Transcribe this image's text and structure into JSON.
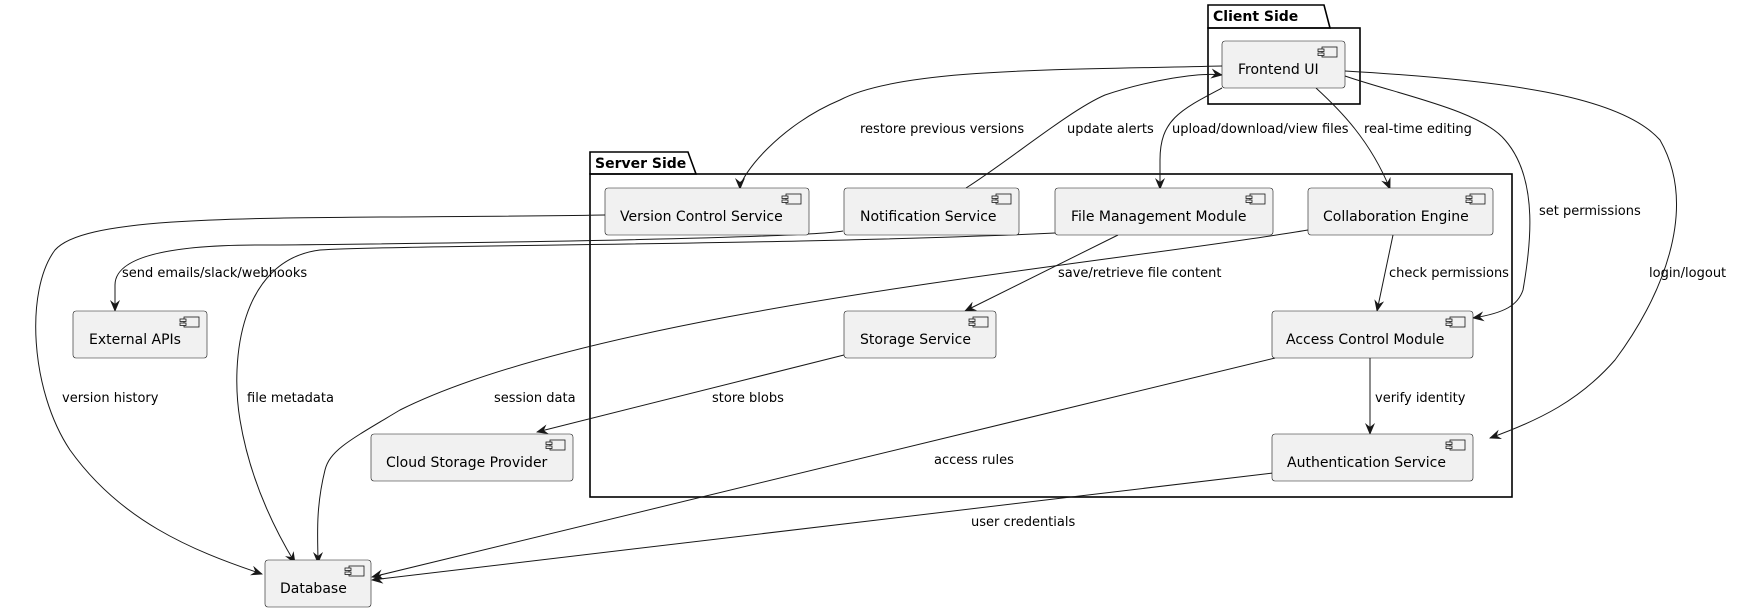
{
  "diagram": {
    "packages": [
      {
        "id": "client",
        "title": "Client Side"
      },
      {
        "id": "server",
        "title": "Server Side"
      }
    ],
    "components": [
      {
        "id": "frontend",
        "label": "Frontend UI"
      },
      {
        "id": "version",
        "label": "Version Control Service"
      },
      {
        "id": "notification",
        "label": "Notification Service"
      },
      {
        "id": "filemgmt",
        "label": "File Management Module"
      },
      {
        "id": "collab",
        "label": "Collaboration Engine"
      },
      {
        "id": "storage",
        "label": "Storage Service"
      },
      {
        "id": "access",
        "label": "Access Control Module"
      },
      {
        "id": "auth",
        "label": "Authentication Service"
      },
      {
        "id": "external",
        "label": "External APIs"
      },
      {
        "id": "cloud",
        "label": "Cloud Storage Provider"
      },
      {
        "id": "database",
        "label": "Database"
      }
    ],
    "edges": [
      {
        "id": "e1",
        "from": "frontend",
        "to": "version",
        "label": "restore previous versions"
      },
      {
        "id": "e2",
        "from": "notification",
        "to": "frontend",
        "label": "update alerts"
      },
      {
        "id": "e3",
        "from": "frontend",
        "to": "filemgmt",
        "label": "upload/download/view files"
      },
      {
        "id": "e4",
        "from": "frontend",
        "to": "collab",
        "label": "real-time editing"
      },
      {
        "id": "e5",
        "from": "frontend",
        "to": "access",
        "label": "set permissions"
      },
      {
        "id": "e6",
        "from": "frontend",
        "to": "auth",
        "label": "login/logout"
      },
      {
        "id": "e7",
        "from": "notification",
        "to": "external",
        "label": "send emails/slack/webhooks"
      },
      {
        "id": "e8",
        "from": "filemgmt",
        "to": "storage",
        "label": "save/retrieve file content"
      },
      {
        "id": "e9",
        "from": "collab",
        "to": "access",
        "label": "check permissions"
      },
      {
        "id": "e10",
        "from": "version",
        "to": "database",
        "label": "version history"
      },
      {
        "id": "e11",
        "from": "filemgmt",
        "to": "database",
        "label": "file metadata"
      },
      {
        "id": "e12",
        "from": "collab",
        "to": "database",
        "label": "session data"
      },
      {
        "id": "e13",
        "from": "storage",
        "to": "cloud",
        "label": "store blobs"
      },
      {
        "id": "e14",
        "from": "access",
        "to": "auth",
        "label": "verify identity"
      },
      {
        "id": "e15",
        "from": "access",
        "to": "database",
        "label": "access rules"
      },
      {
        "id": "e16",
        "from": "auth",
        "to": "database",
        "label": "user credentials"
      }
    ]
  }
}
